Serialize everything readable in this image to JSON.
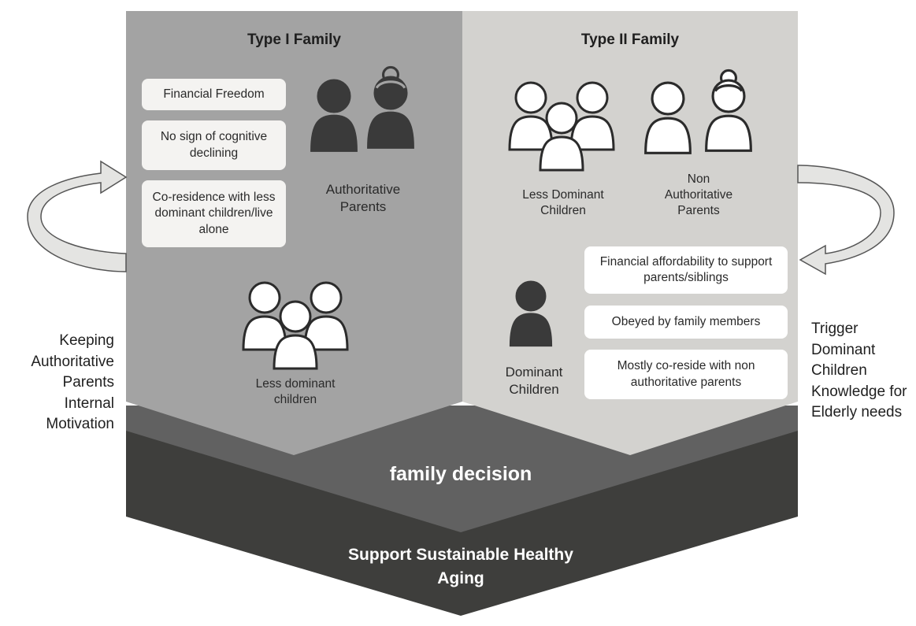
{
  "type1": {
    "title": "Type I Family",
    "conditions": [
      "Financial Freedom",
      "No sign of cognitive declining",
      "Co-residence with less dominant children/live alone"
    ],
    "parents_label": "Authoritative Parents",
    "children_label": "Less dominant children"
  },
  "type2": {
    "title": "Type II Family",
    "children_label": "Less Dominant Children",
    "parents_label": "Non Authoritative Parents",
    "dominant_label": "Dominant Children",
    "conditions": [
      "Financial affordability to support parents/siblings",
      "Obeyed by family members",
      "Mostly  co-reside with non authoritative parents"
    ]
  },
  "left_cycle_text": "Keeping Authoritative Parents Internal Motivation",
  "right_cycle_text": "Trigger Dominant Children Knowledge for Elderly needs",
  "band_middle": "family decision",
  "band_bottom": "Support Sustainable Healthy Aging",
  "colors": {
    "type1_panel": "#a3a3a3",
    "type2_panel": "#d3d2cf",
    "middle_band": "#616161",
    "bottom_band": "#3e3e3c",
    "icon_dark": "#3a3a3a"
  },
  "icons": [
    "dark-parents-couple-icon",
    "children-group-icon",
    "light-parents-couple-icon",
    "dominant-child-icon",
    "left-cycle-arrow-icon",
    "right-cycle-arrow-icon"
  ]
}
